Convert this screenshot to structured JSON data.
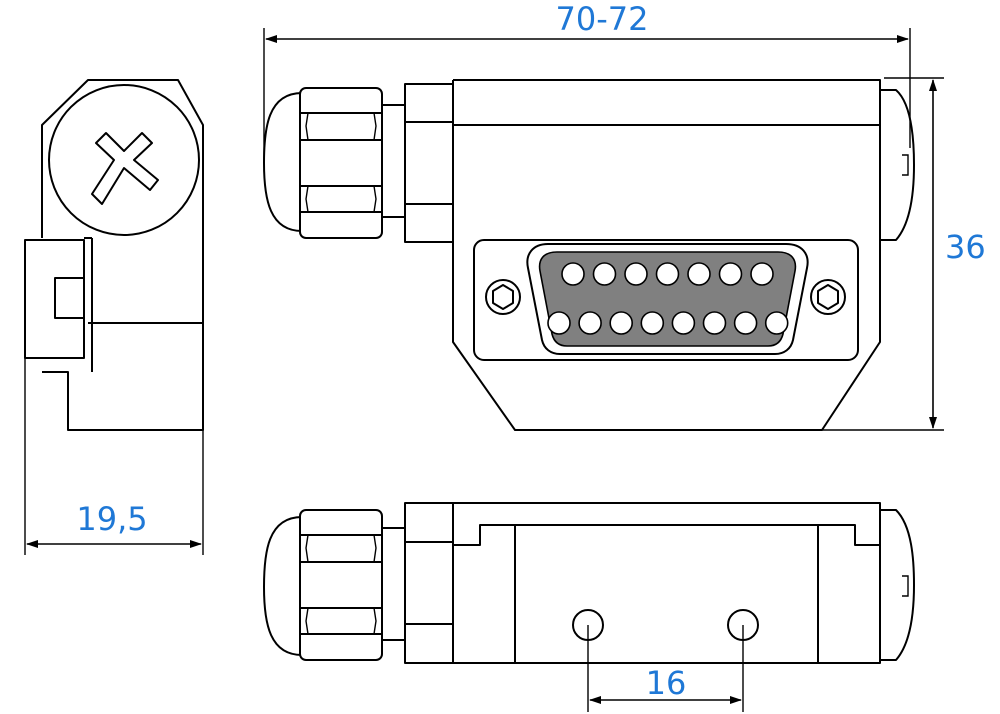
{
  "dimensions": {
    "length": "70-72",
    "height": "36",
    "width": "19,5",
    "hole_spacing": "16"
  },
  "connector": {
    "top_row_pins": 7,
    "bottom_row_pins": 8
  },
  "colors": {
    "dimension_text": "#1f78d6",
    "line": "#000000",
    "pin_field": "#808080"
  }
}
